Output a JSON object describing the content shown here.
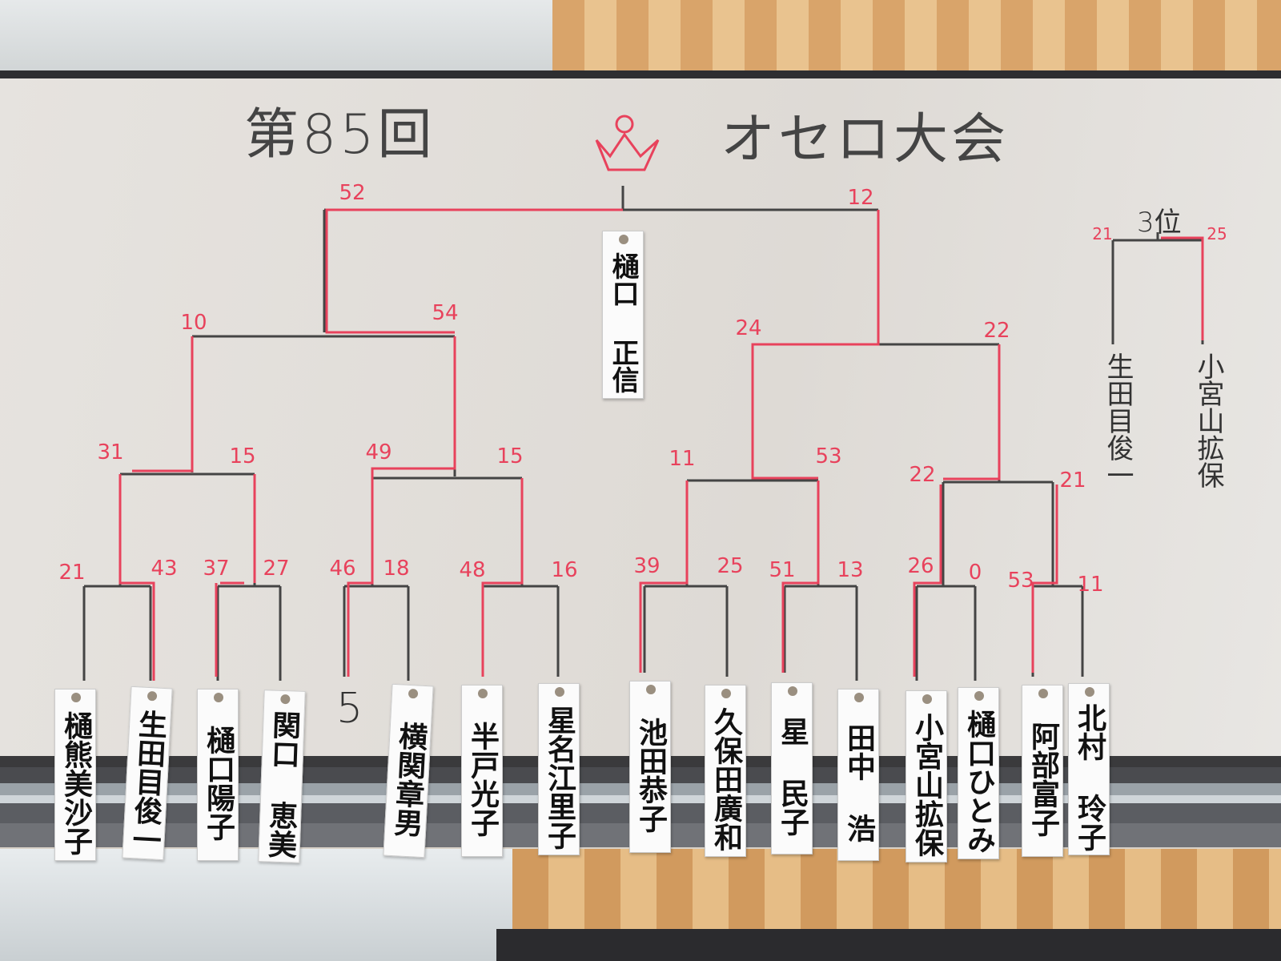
{
  "title_left": "第85回",
  "title_right": "オセロ大会",
  "champion": "樋口 正信",
  "third_place": {
    "label": "3位",
    "left_score": "21",
    "right_score": "25",
    "left_name": "生田目俊一",
    "right_name": "小宮山拡保"
  },
  "final_scores": [
    "52",
    "12"
  ],
  "semi_scores": [
    "10",
    "54",
    "24",
    "22"
  ],
  "quarter_scores": [
    "31",
    "15",
    "49",
    "15",
    "11",
    "53",
    "22",
    "21"
  ],
  "round1_scores": [
    "21",
    "43",
    "37",
    "27",
    "46",
    "18",
    "48",
    "16",
    "39",
    "25",
    "51",
    "13",
    "26",
    "0",
    "53",
    "11"
  ],
  "bye_mark": "5",
  "players": [
    "樋熊美沙子",
    "生田目俊一",
    "樋口陽子",
    "関口 恵美",
    "横関章男",
    "半戸光子",
    "星名江里子",
    "池田恭子",
    "久保田廣和",
    "星 民子",
    "田中 浩",
    "小宮山拡保",
    "樋口ひとみ",
    "阿部富子",
    "北村 玲子"
  ],
  "colors": {
    "winner_line": "#e8425c",
    "line": "#444444"
  }
}
